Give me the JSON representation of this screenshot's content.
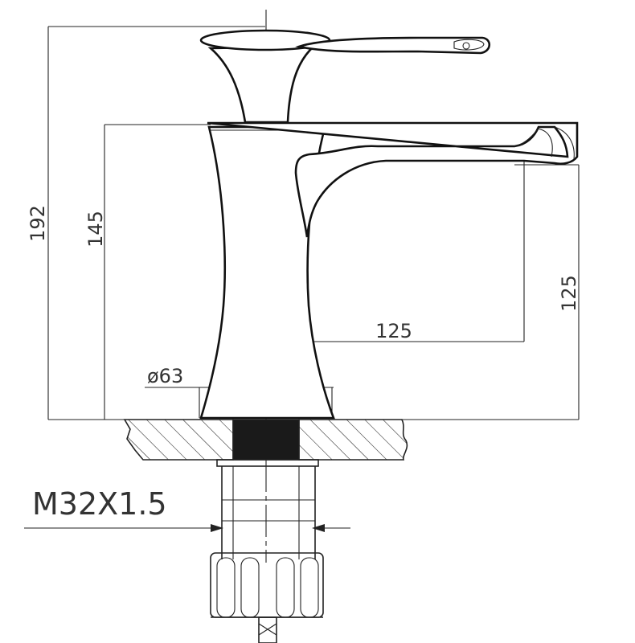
{
  "drawing": {
    "dimensions": {
      "total_height": "192",
      "body_height": "145",
      "spout_height": "125",
      "spout_reach": "125",
      "base_diameter": "ø63",
      "thread": "M32X1.5"
    },
    "colors": {
      "line": "#222222",
      "background": "#ffffff",
      "thread_fill": "#1a1a1a"
    }
  }
}
